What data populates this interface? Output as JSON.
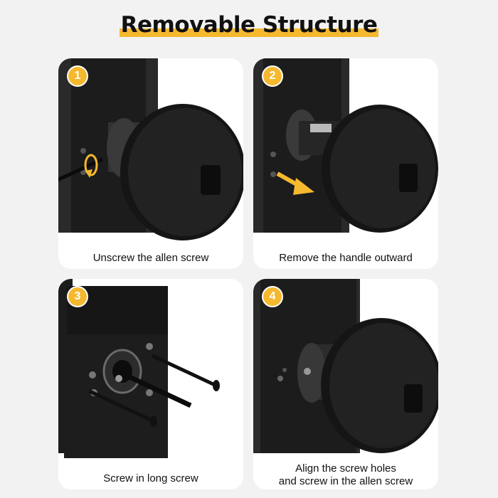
{
  "title": "Removable Structure",
  "accent_color": "#f5b82e",
  "steps": [
    {
      "number": "1",
      "caption": "Unscrew the allen screw",
      "icons": [
        "rotation-arrow-icon",
        "allen-key-icon"
      ]
    },
    {
      "number": "2",
      "caption": "Remove the handle outward",
      "icons": [
        "direction-arrow-icon"
      ]
    },
    {
      "number": "3",
      "caption": "Screw in long screw",
      "icons": [
        "long-screw-icon"
      ]
    },
    {
      "number": "4",
      "caption_line1": "Align the screw holes",
      "caption_line2": "and screw in the allen screw"
    }
  ]
}
